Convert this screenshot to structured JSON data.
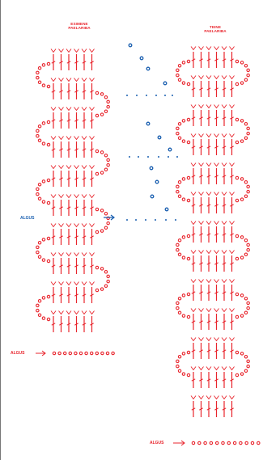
{
  "diagram": {
    "panel_left_title": [
      "ESIMENE",
      "PAELARIBA"
    ],
    "panel_right_title": [
      "TEINE",
      "PAELARIBA"
    ],
    "start_labels": [
      {
        "text": "ALGUS",
        "color": "#e8242c"
      },
      {
        "text": "ALGUS",
        "color": "#1a5fb0"
      },
      {
        "text": "ALGUS",
        "color": "#e8242c"
      }
    ],
    "colors": {
      "stitch_red": "#e8242c",
      "join_blue": "#1a5fb0",
      "frame": "#777777"
    },
    "symbols": [
      "chain-circle",
      "double-crochet-post",
      "v-stitch",
      "bobble-blue"
    ]
  }
}
